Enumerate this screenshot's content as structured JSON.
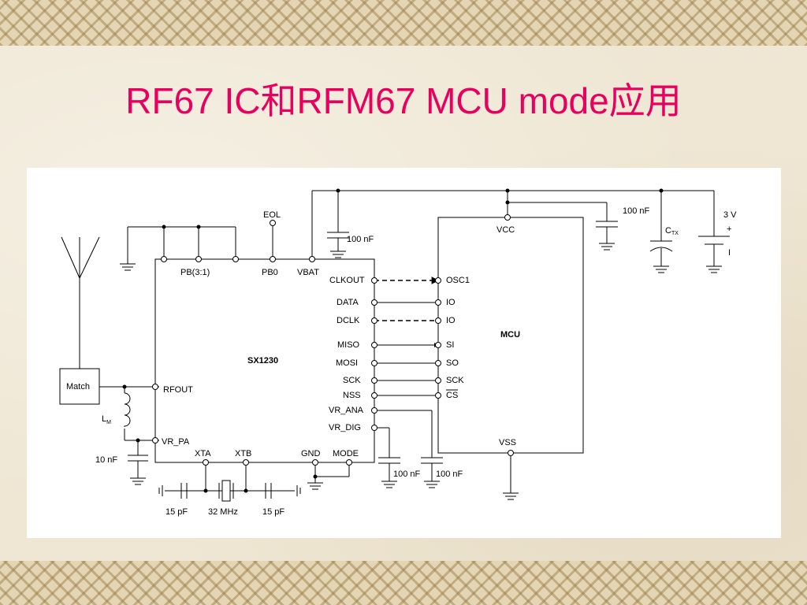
{
  "slide": {
    "title": "RF67 IC和RFM67 MCU mode应用"
  },
  "schematic": {
    "sx1230_chip": "SX1230",
    "mcu_chip": "MCU",
    "top_pins": {
      "pb": "PB(3:1)",
      "pb0": "PB0",
      "vbat": "VBAT",
      "eol": "EOL"
    },
    "right_pins": [
      "CLKOUT",
      "DATA",
      "DCLK",
      "MISO",
      "MOSI",
      "SCK",
      "NSS",
      "VR_ANA",
      "VR_DIG"
    ],
    "mcu_pins": [
      "OSC1",
      "IO",
      "IO",
      "SI",
      "SO",
      "SCK",
      "CS"
    ],
    "mcu_power": {
      "vcc": "VCC",
      "vss": "VSS"
    },
    "left_pins": {
      "rfout": "RFOUT",
      "vr_pa": "VR_PA"
    },
    "bottom_pins": {
      "xta": "XTA",
      "xtb": "XTB",
      "gnd": "GND",
      "mode": "MODE"
    },
    "components": {
      "match": "Match",
      "inductor": "L",
      "inductor_sub": "M",
      "cap_10nf": "10 nF",
      "cap_100nf_vbat": "100 nF",
      "cap_100nf_vcc": "100 nF",
      "ctx": "C",
      "ctx_sub": "TX",
      "battery": "3 V",
      "battery_plus": "+",
      "battery_tick": "I",
      "cap_100nf_ana": "100 nF",
      "cap_100nf_dig": "100 nF",
      "cap_15pf_left": "15 pF",
      "crystal": "32 MHz",
      "cap_15pf_right": "15 pF"
    }
  }
}
